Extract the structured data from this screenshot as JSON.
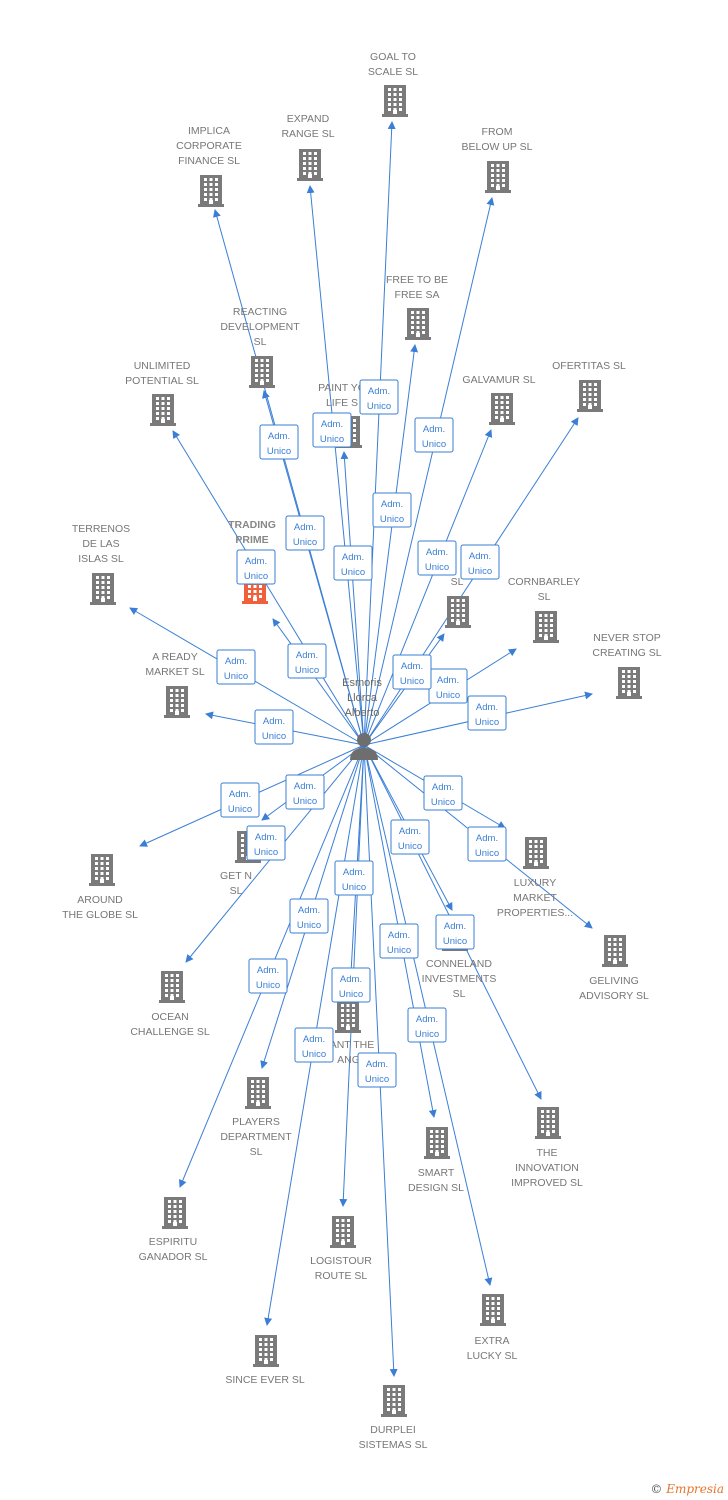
{
  "center": {
    "lines": [
      "Esmoris",
      "Llorca",
      "Alberto"
    ]
  },
  "role_label": [
    "Adm.",
    "Unico"
  ],
  "colors": {
    "edge": "#3a7fd5",
    "building": "#7a7a7a",
    "highlight": "#f0603a"
  },
  "companies": [
    {
      "name": "GOAL TO SCALE SL",
      "lines": [
        "GOAL TO",
        "SCALE SL"
      ]
    },
    {
      "name": "EXPAND RANGE SL",
      "lines": [
        "EXPAND",
        "RANGE SL"
      ]
    },
    {
      "name": "IMPLICA CORPORATE FINANCE SL",
      "lines": [
        "IMPLICA",
        "CORPORATE",
        "FINANCE SL"
      ]
    },
    {
      "name": "FROM BELOW UP SL",
      "lines": [
        "FROM",
        "BELOW UP SL"
      ]
    },
    {
      "name": "FREE TO BE FREE SA",
      "lines": [
        "FREE TO BE",
        "FREE SA"
      ]
    },
    {
      "name": "REACTING DEVELOPMENT SL",
      "lines": [
        "REACTING",
        "DEVELOPMENT",
        "SL"
      ]
    },
    {
      "name": "UNLIMITED POTENTIAL SL",
      "lines": [
        "UNLIMITED",
        "POTENTIAL SL"
      ]
    },
    {
      "name": "PAINT YOUR LIFE SL",
      "lines": [
        "PAINT YO",
        "LIFE S"
      ]
    },
    {
      "name": "GALVAMUR SL",
      "lines": [
        "GALVAMUR SL"
      ]
    },
    {
      "name": "OFERTITAS SL",
      "lines": [
        "OFERTITAS SL"
      ]
    },
    {
      "name": "TRADING PRIME DYNAMICS SL",
      "lines": [
        "TRADING",
        "PRIME",
        "DYN",
        "SL"
      ],
      "highlight": true
    },
    {
      "name": "TERRENOS DE LAS ISLAS SL",
      "lines": [
        "TERRENOS",
        "DE LAS",
        "ISLAS SL"
      ]
    },
    {
      "name": "CORNBARLEY SL",
      "lines": [
        "CORNBARLEY",
        "SL"
      ]
    },
    {
      "name": "SL",
      "lines": [
        "SL"
      ]
    },
    {
      "name": "NEVER STOP CREATING SL",
      "lines": [
        "NEVER STOP",
        "CREATING SL"
      ]
    },
    {
      "name": "A READY MARKET SL",
      "lines": [
        "A READY",
        "MARKET SL"
      ]
    },
    {
      "name": "AROUND THE GLOBE SL",
      "lines": [
        "AROUND",
        "THE GLOBE SL"
      ]
    },
    {
      "name": "GET NOW SL",
      "lines": [
        "GET N",
        "SL"
      ]
    },
    {
      "name": "LUXURY MARKET PROPERTIES...",
      "lines": [
        "LUXURY",
        "MARKET",
        "PROPERTIES..."
      ]
    },
    {
      "name": "GELIVING ADVISORY SL",
      "lines": [
        "GELIVING",
        "ADVISORY SL"
      ]
    },
    {
      "name": "OCEAN CHALLENGE SL",
      "lines": [
        "OCEAN",
        "CHALLENGE SL"
      ]
    },
    {
      "name": "CONNELAND INVESTMENTS SL",
      "lines": [
        "CONNELAND",
        "INVESTMENTS",
        "SL"
      ]
    },
    {
      "name": "WANT THE CHANGE SL",
      "lines": [
        "ANT THE",
        "ANGE"
      ]
    },
    {
      "name": "PLAYERS DEPARTMENT SL",
      "lines": [
        "PLAYERS",
        "DEPARTMENT",
        "SL"
      ]
    },
    {
      "name": "THE INNOVATION IMPROVED SL",
      "lines": [
        "THE",
        "INNOVATION",
        "IMPROVED SL"
      ]
    },
    {
      "name": "SMART DESIGN SL",
      "lines": [
        "SMART",
        "DESIGN SL"
      ]
    },
    {
      "name": "ESPIRITU GANADOR SL",
      "lines": [
        "ESPIRITU",
        "GANADOR SL"
      ]
    },
    {
      "name": "LOGISTOUR ROUTE SL",
      "lines": [
        "LOGISTOUR",
        "ROUTE SL"
      ]
    },
    {
      "name": "EXTRA LUCKY SL",
      "lines": [
        "EXTRA",
        "LUCKY SL"
      ]
    },
    {
      "name": "SINCE EVER SL",
      "lines": [
        "SINCE EVER SL"
      ]
    },
    {
      "name": "DURPLEI SISTEMAS SL",
      "lines": [
        "DURPLEI",
        "SISTEMAS SL"
      ]
    }
  ],
  "footer": {
    "symbol": "©",
    "brand": "Empresia"
  }
}
